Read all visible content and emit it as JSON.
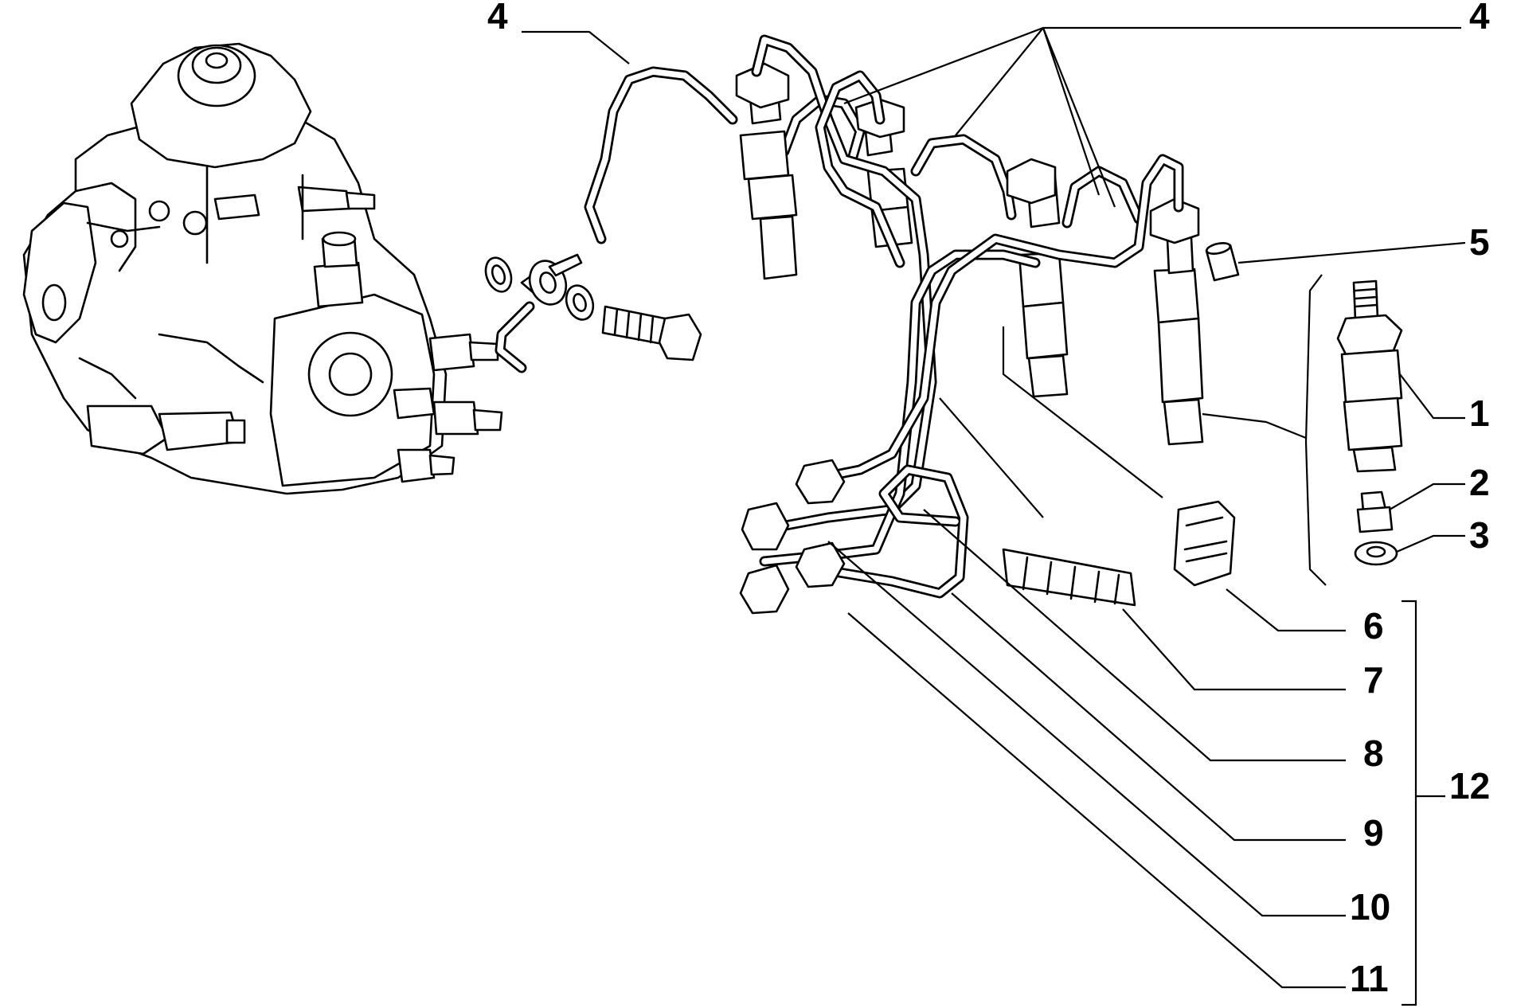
{
  "callouts": {
    "c1": "1",
    "c2": "2",
    "c3": "3",
    "c4_left": "4",
    "c4_right": "4",
    "c5": "5",
    "c6": "6",
    "c7": "7",
    "c8": "8",
    "c9": "9",
    "c10": "10",
    "c11": "11",
    "c12": "12"
  },
  "colors": {
    "line": "#000000",
    "background": "#ffffff"
  }
}
